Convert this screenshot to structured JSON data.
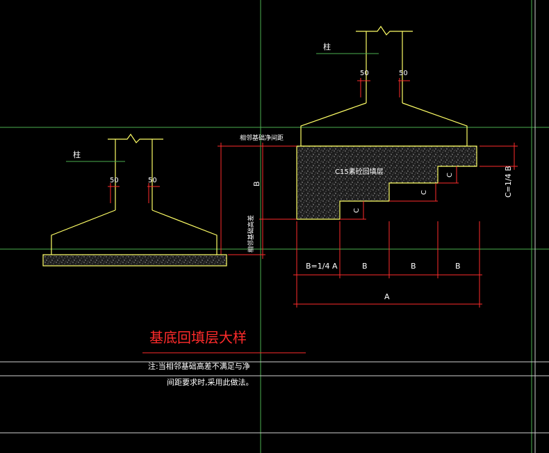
{
  "labels": {
    "column_top": "柱",
    "column_left": "柱",
    "dim_50_a": "50",
    "dim_50_b": "50",
    "dim_50_c": "50",
    "dim_50_d": "50",
    "adjacent_spacing": "相邻基础净间距",
    "adjacent_height_diff": "相邻基础高差",
    "dim_B_vertical": "B",
    "fill_layer": "C15素砼回填层",
    "step_c1": "C",
    "step_c2": "C",
    "step_c3": "C",
    "c_formula": "C=1/4 B",
    "b_quarter_a": "B=1/4 A",
    "b_1": "B",
    "b_2": "B",
    "b_3": "B",
    "dim_A": "A",
    "title": "基底回填层大样",
    "note_line1": "注:当相邻基础高差不满足与净",
    "note_line2": "间距要求时,采用此做法。"
  },
  "colors": {
    "background": "#000000",
    "outline": "#ffff66",
    "dimension": "#ff2b2b",
    "text": "#ffffff",
    "title": "#ff2b2b",
    "grid": "#4caf50",
    "frame": "#cfcfcf",
    "hatch_fill": "#202020"
  }
}
